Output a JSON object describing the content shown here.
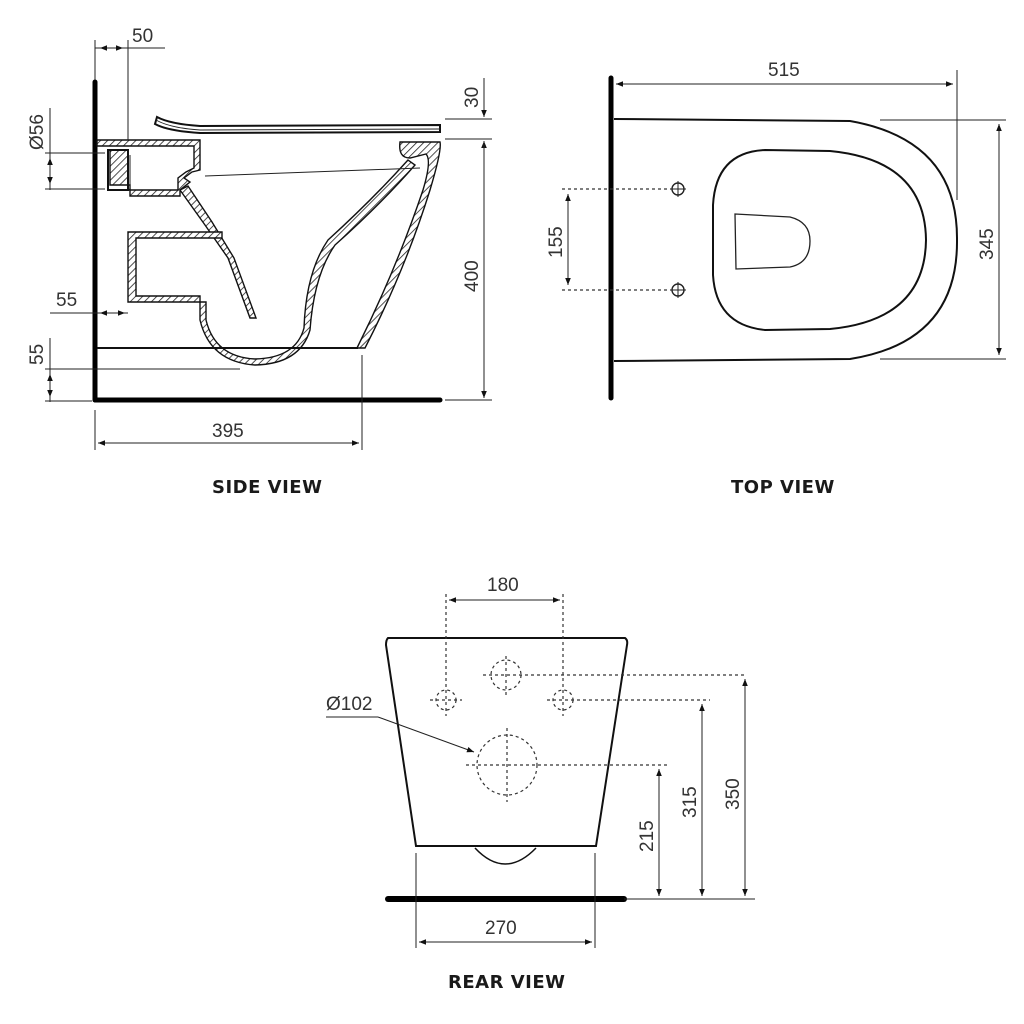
{
  "drawing": {
    "views": [
      {
        "id": "side",
        "title": "SIDE VIEW"
      },
      {
        "id": "top",
        "title": "TOP VIEW"
      },
      {
        "id": "rear",
        "title": "REAR VIEW"
      }
    ],
    "side_view": {
      "title": "SIDE VIEW",
      "dimensions": {
        "wall_offset": "50",
        "seat_thickness": "30",
        "inlet_diameter": "Ø56",
        "height": "400",
        "outlet_offset": "55",
        "outlet_height": "55",
        "depth": "395"
      }
    },
    "top_view": {
      "title": "TOP VIEW",
      "dimensions": {
        "length": "515",
        "width": "345",
        "bolt_spacing": "155"
      }
    },
    "rear_view": {
      "title": "REAR VIEW",
      "dimensions": {
        "bolt_spacing": "180",
        "outlet_diameter": "Ø102",
        "outlet_height": "215",
        "bolt_height": "315",
        "inlet_height": "350",
        "base_width": "270"
      }
    }
  }
}
